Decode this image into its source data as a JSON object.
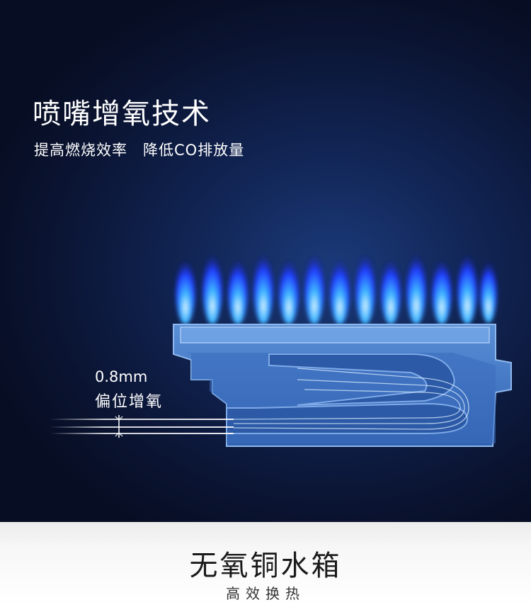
{
  "hero": {
    "title": "喷嘴增氧技术",
    "subtitle_part1": "提高燃烧效率",
    "subtitle_part2": "降低CO排放量",
    "note_value": "0.8mm",
    "note_label": "偏位增氧"
  },
  "footer": {
    "title": "无氧铜水箱",
    "subtitle": "高效换热"
  },
  "colors": {
    "background_dark": "#0a1330",
    "flame_blue": "#2f6bff",
    "burner_blue": "#3f78c8",
    "footer_bg": "#f4f4f4"
  }
}
